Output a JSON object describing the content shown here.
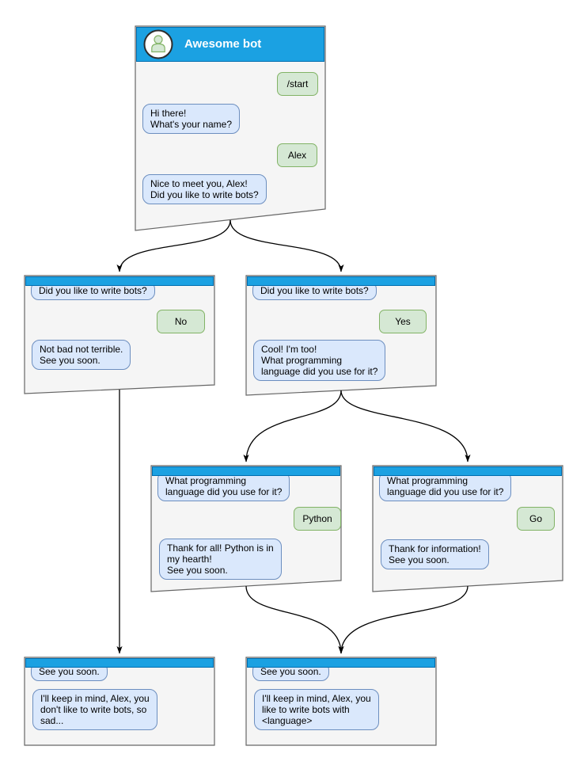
{
  "colors": {
    "header_blue": "#1ba1e2",
    "header_border": "#006eaf",
    "window_fill": "#f5f5f5",
    "window_border": "#666666",
    "bot_bubble_fill": "#dae8fc",
    "bot_bubble_border": "#6c8ebf",
    "user_bubble_fill": "#d5e8d4",
    "user_bubble_border": "#82b366"
  },
  "main_window": {
    "title": "Awesome bot",
    "avatar_icon": "person-icon",
    "messages": {
      "start": "/start",
      "greeting": "Hi there!\nWhat's your name?",
      "name": "Alex",
      "ask_bots": "Nice to meet you, Alex!\nDid you like to write bots?"
    }
  },
  "branch_no": {
    "context": "Did you like to write bots?",
    "answer": "No",
    "reply": "Not bad not terrible.\nSee you soon."
  },
  "branch_yes": {
    "context": "Did you like to write bots?",
    "answer": "Yes",
    "reply": "Cool! I'm too!\nWhat programming\nlanguage did you use for it?"
  },
  "branch_python": {
    "context": "What programming\nlanguage did you use for it?",
    "answer": "Python",
    "reply": "Thank for all! Python is in\nmy hearth!\nSee you soon."
  },
  "branch_go": {
    "context": "What programming\nlanguage did you use for it?",
    "answer": "Go",
    "reply": "Thank for information!\nSee you soon."
  },
  "end_no": {
    "context": "See you soon.",
    "reply": "I'll keep in mind, Alex, you\ndon't like to write bots, so\nsad..."
  },
  "end_yes": {
    "context": "See you soon.",
    "reply": "I'll keep in mind, Alex, you\nlike to write bots with\n<language>"
  }
}
